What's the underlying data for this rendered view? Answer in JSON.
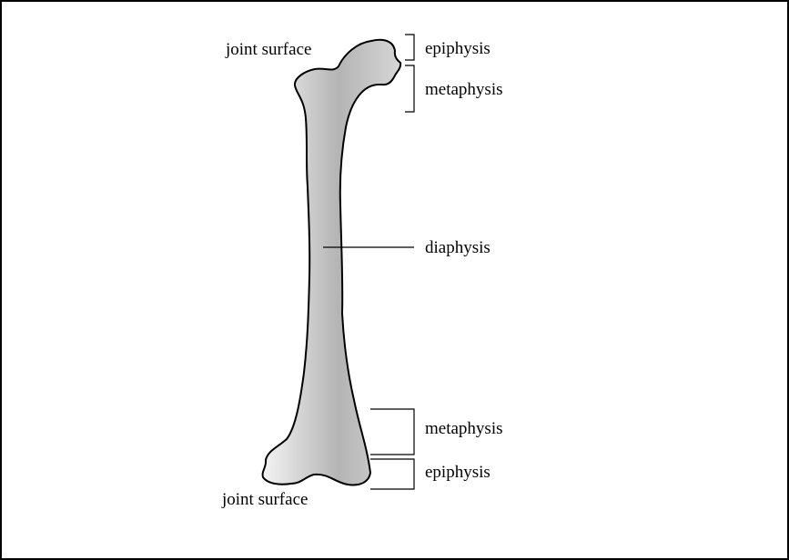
{
  "labels": {
    "joint_surface_top": "joint surface",
    "epiphysis_top": "epiphysis",
    "metaphysis_top": "metaphysis",
    "diaphysis": "diaphysis",
    "metaphysis_bottom": "metaphysis",
    "epiphysis_bottom": "epiphysis",
    "joint_surface_bottom": "joint surface"
  },
  "colors": {
    "bone_light": "#f4f4f4",
    "bone_dark": "#b4b4b4",
    "outline": "#000000",
    "frame": "#000000"
  }
}
